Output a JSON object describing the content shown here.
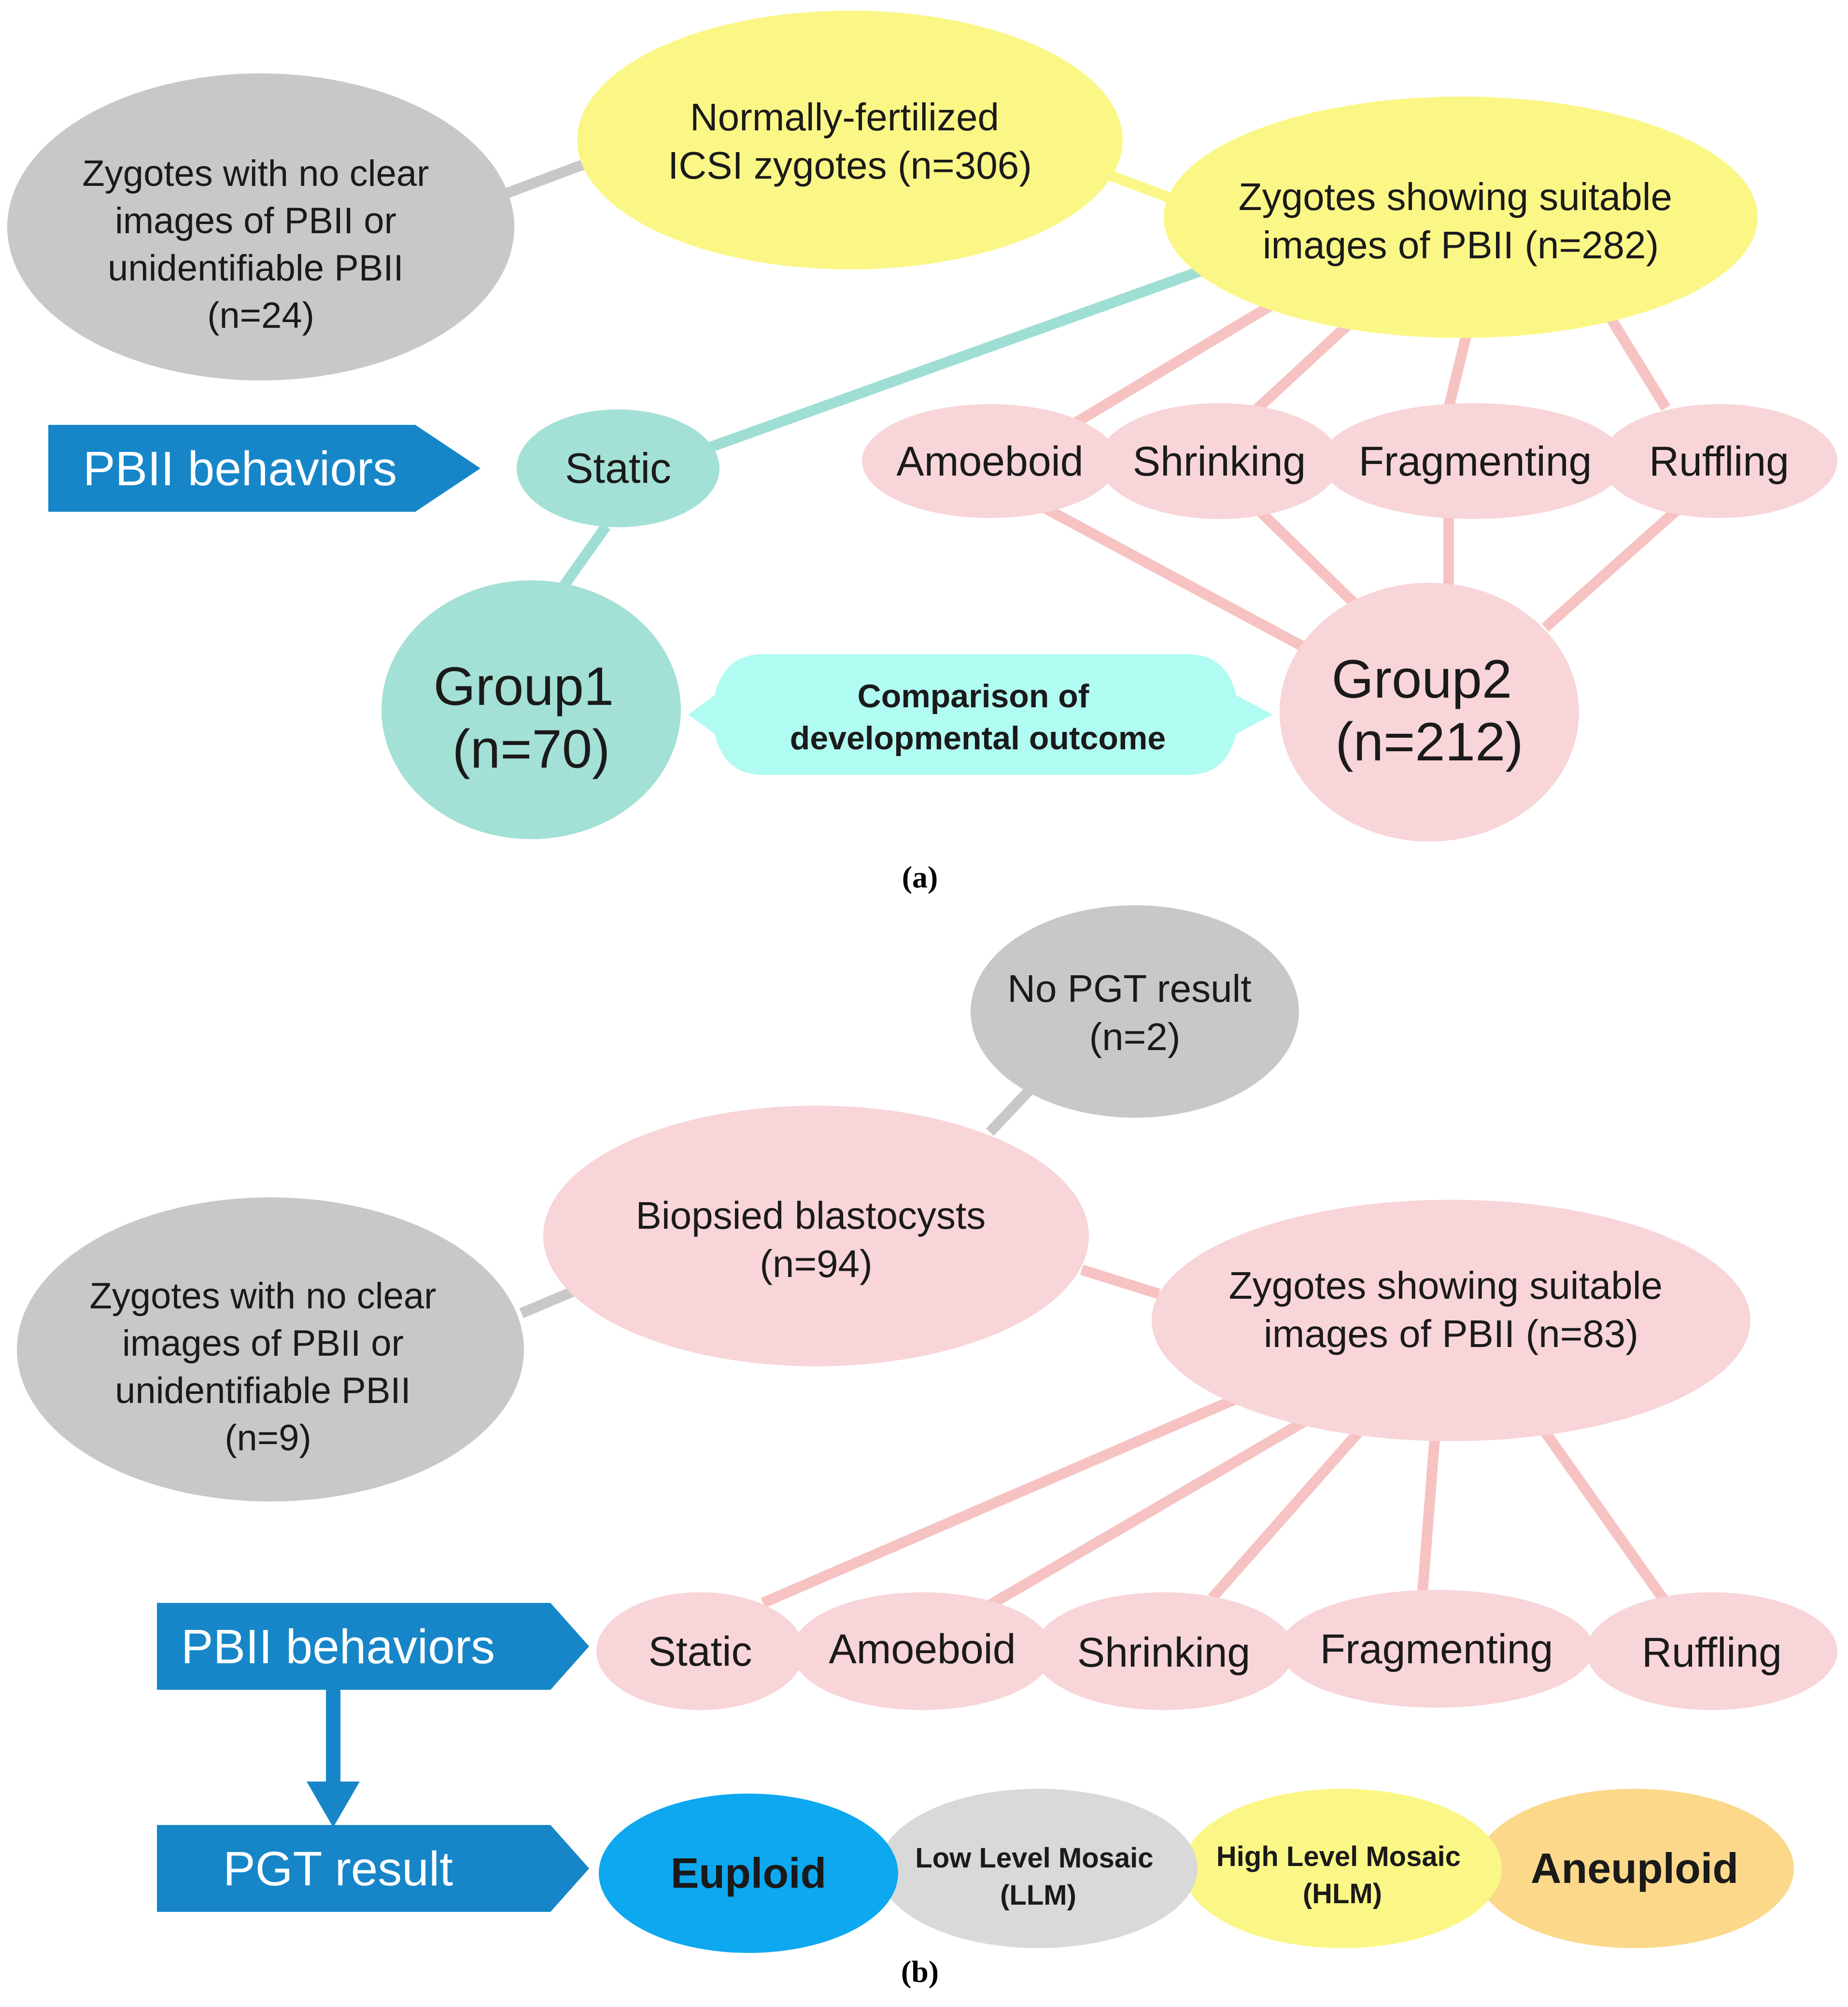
{
  "colors": {
    "gray": "#c8c8c8",
    "yellow": "#fbf787",
    "pink": "#f8d5d9",
    "teal": "#a3e0d6",
    "teal_line": "#9fded4",
    "pink_line": "#f6c3c2",
    "gray_line": "#c8c8c8",
    "cyan_callout": "#b0fbf2",
    "blue_arrow": "#1686c8",
    "euploid": "#0da8ef",
    "llm": "#d9d9d9",
    "hlm": "#fbf786",
    "aneuploid": "#fbd88a"
  },
  "panel_a": {
    "label_open": "(",
    "label_letter": "a",
    "label_close": ")",
    "excluded": [
      "Zygotes with no clear",
      "images of PBII or",
      "unidentifiable PBII",
      "(n=24)"
    ],
    "root": [
      "Normally-fertilized",
      "ICSI zygotes (n=306)"
    ],
    "suitable": [
      "Zygotes showing suitable",
      "images of PBII (n=282)"
    ],
    "behaviors_tag": "PBII behaviors",
    "static": "Static",
    "amoeboid": "Amoeboid",
    "shrinking": "Shrinking",
    "fragmenting": "Fragmenting",
    "ruffling": "Ruffling",
    "group1": [
      "Group1",
      "(n=70)"
    ],
    "group2": [
      "Group2",
      "(n=212)"
    ],
    "comparison": [
      "Comparison of",
      "developmental outcome"
    ]
  },
  "panel_b": {
    "label_open": "(",
    "label_letter": "b",
    "label_close": ")",
    "no_pgt": [
      "No PGT result",
      "(n=2)"
    ],
    "biopsied": [
      "Biopsied blastocysts",
      "(n=94)"
    ],
    "excluded": [
      "Zygotes with no clear",
      "images of PBII or",
      "unidentifiable PBII",
      "(n=9)"
    ],
    "suitable": [
      "Zygotes showing suitable",
      "images of PBII (n=83)"
    ],
    "behaviors_tag": "PBII behaviors",
    "static": "Static",
    "amoeboid": "Amoeboid",
    "shrinking": "Shrinking",
    "fragmenting": "Fragmenting",
    "ruffling": "Ruffling",
    "pgt_tag": "PGT result",
    "euploid": "Euploid",
    "llm": [
      "Low Level Mosaic",
      "(LLM)"
    ],
    "hlm": [
      "High Level Mosaic",
      "(HLM)"
    ],
    "aneuploid": "Aneuploid"
  }
}
